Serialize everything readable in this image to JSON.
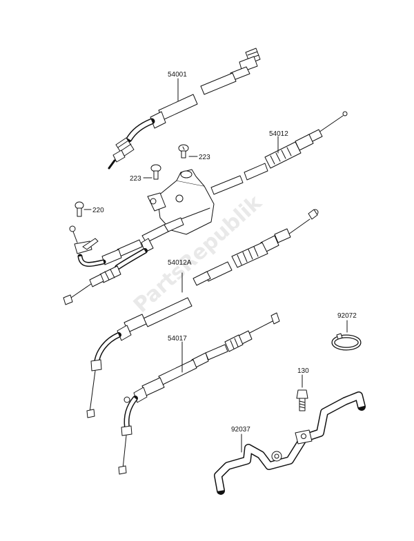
{
  "parts": {
    "speedo_cable": "54001",
    "screw_upper": "223",
    "screw_lower": "223",
    "screw_left": "220",
    "throttle_cable_upper": "54012",
    "throttle_cable_lower": "54012A",
    "choke_cable": "54017",
    "clamp": "92072",
    "bolt": "130",
    "bracket": "92037"
  },
  "watermark": "PartsRepublik"
}
